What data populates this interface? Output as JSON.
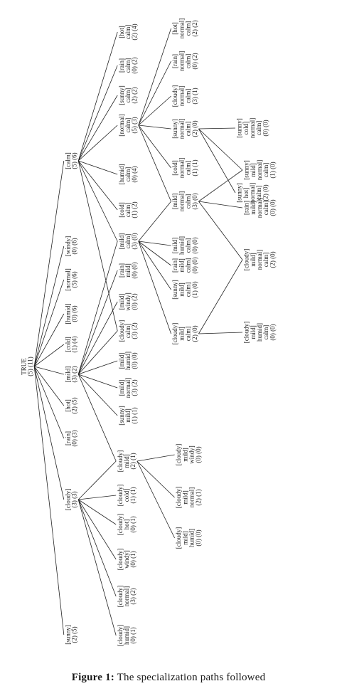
{
  "caption": {
    "label": "Figure 1:",
    "text": "The specialization paths followed"
  },
  "tree": {
    "nodes": [
      {
        "id": "root",
        "label": [
          "TRUE",
          "(5) (11)"
        ]
      },
      {
        "id": "sunny",
        "label": [
          "[sunny]",
          "(2) (5)"
        ]
      },
      {
        "id": "cloudy",
        "label": [
          "[cloudy]",
          "(3) (3)"
        ]
      },
      {
        "id": "rain",
        "label": [
          "[rain]",
          "(0) (3)"
        ]
      },
      {
        "id": "hot",
        "label": [
          "[hot]",
          "(2) (5)"
        ]
      },
      {
        "id": "mild",
        "label": [
          "[mild]",
          "(3) (2)"
        ]
      },
      {
        "id": "cold",
        "label": [
          "[cold]",
          "(1) (4)"
        ]
      },
      {
        "id": "humid",
        "label": [
          "[humid]",
          "(0) (6)"
        ]
      },
      {
        "id": "normal",
        "label": [
          "[normal]",
          "(5) (6)"
        ]
      },
      {
        "id": "windy",
        "label": [
          "[windy]",
          "(0) (6)"
        ]
      },
      {
        "id": "calm",
        "label": [
          "[calm]",
          "(5) (6)"
        ]
      },
      {
        "id": "c_humid",
        "label": [
          "[cloudy]",
          "humid]",
          "(0) (1)"
        ]
      },
      {
        "id": "c_normal",
        "label": [
          "[cloudy]",
          "normal]",
          "(3) (2)"
        ]
      },
      {
        "id": "c_windy",
        "label": [
          "[cloudy]",
          "windy]",
          "(0) (1)"
        ]
      },
      {
        "id": "c_hot",
        "label": [
          "[cloudy]",
          "hot]",
          "(0) (1)"
        ]
      },
      {
        "id": "c_cold",
        "label": [
          "[cloudy]",
          "cold]",
          "(1) (1)"
        ]
      },
      {
        "id": "c_mild",
        "label": [
          "[cloudy]",
          "mild]",
          "(2) (1)"
        ]
      },
      {
        "id": "cm_humid",
        "label": [
          "[cloudy]",
          "mild]",
          "humid]",
          "(0) (0)"
        ]
      },
      {
        "id": "cm_normal",
        "label": [
          "[cloudy]",
          "mild]",
          "normal]",
          "(2) (1)"
        ]
      },
      {
        "id": "cm_windy",
        "label": [
          "[cloudy]",
          "mild]",
          "windy]",
          "(0) (0)"
        ]
      },
      {
        "id": "m_sunny",
        "label": [
          "[sunny]",
          "mild]",
          "(1) (1)"
        ]
      },
      {
        "id": "m_normal",
        "label": [
          "[mild]",
          "normal]",
          "(3) (2)"
        ]
      },
      {
        "id": "m_humid",
        "label": [
          "[mild]",
          "humid]",
          "(0) (0)"
        ]
      },
      {
        "id": "m_cloudy",
        "label": [
          "[cloudy]",
          "calm]",
          "(3) (2)"
        ]
      },
      {
        "id": "m_windy",
        "label": [
          "[mild]",
          "windy]",
          "(0) (2)"
        ]
      },
      {
        "id": "m_rain",
        "label": [
          "[rain]",
          "mild]",
          "(0) (0)"
        ]
      },
      {
        "id": "m_calm",
        "label": [
          "[mild]",
          "calm]",
          "(3) (0)"
        ]
      },
      {
        "id": "mc_cloudy",
        "label": [
          "[cloudy]",
          "mild]",
          "calm]",
          "(2) (0)"
        ]
      },
      {
        "id": "mc_sunny",
        "label": [
          "[sunny]",
          "mild]",
          "calm]",
          "(1) (0)"
        ]
      },
      {
        "id": "mc_rain",
        "label": [
          "[rain]",
          "mild]",
          "calm]",
          "(0) (0)"
        ]
      },
      {
        "id": "mc_humid",
        "label": [
          "[mild]",
          "humid]",
          "calm]",
          "(0) (0)"
        ]
      },
      {
        "id": "mc_normal",
        "label": [
          "[mild]",
          "normal]",
          "calm]",
          "(3) (0)"
        ]
      },
      {
        "id": "mcc_humid",
        "label": [
          "[cloudy]",
          "mild]",
          "humid]",
          "calm]",
          "(0) (0)"
        ]
      },
      {
        "id": "mcc_normal",
        "label": [
          "[cloudy]",
          "mild]",
          "normal]",
          "calm]",
          "(2) (0)"
        ]
      },
      {
        "id": "mcn_rain",
        "label": [
          "[rain]",
          "mild]",
          "normal]",
          "calm]",
          "(0) (0)"
        ]
      },
      {
        "id": "mcn_sunny",
        "label": [
          "[sunny]",
          "mild]",
          "normal]",
          "calm]",
          "(1) (0)"
        ]
      },
      {
        "id": "k_cold",
        "label": [
          "[cold]",
          "calm]",
          "(1) (2)"
        ]
      },
      {
        "id": "k_humid",
        "label": [
          "[humid]",
          "calm]",
          "(0) (4)"
        ]
      },
      {
        "id": "k_normal",
        "label": [
          "[normal]",
          "calm]",
          "(5) (3)"
        ]
      },
      {
        "id": "k_sunny",
        "label": [
          "[sunny]",
          "calm]",
          "(2) (2)"
        ]
      },
      {
        "id": "k_rain",
        "label": [
          "[rain]",
          "calm]",
          "(0) (2)"
        ]
      },
      {
        "id": "k_hot",
        "label": [
          "[hot]",
          "calm]",
          "(2) (4)"
        ]
      },
      {
        "id": "kn_cold",
        "label": [
          "[cold]",
          "normal]",
          "calm]",
          "(1) (1)"
        ]
      },
      {
        "id": "kn_sunny",
        "label": [
          "[sunny]",
          "normal]",
          "calm]",
          "(2) (0)"
        ]
      },
      {
        "id": "kn_cloudy",
        "label": [
          "[cloudy]",
          "normal]",
          "calm]",
          "(3) (1)"
        ]
      },
      {
        "id": "kn_rain",
        "label": [
          "[rain]",
          "normal]",
          "calm]",
          "(0) (2)"
        ]
      },
      {
        "id": "kn_hot",
        "label": [
          "[hot]",
          "normal]",
          "calm]",
          "(2) (2)"
        ]
      },
      {
        "id": "kns_hot",
        "label": [
          "[sunny]",
          "hot]",
          "normal]",
          "calm]",
          "(2) (0)"
        ]
      },
      {
        "id": "kns_cold",
        "label": [
          "[sunny]",
          "cold]",
          "normal]",
          "calm]",
          "(0) (0)"
        ]
      }
    ],
    "edges": [
      [
        "root",
        "sunny"
      ],
      [
        "root",
        "cloudy"
      ],
      [
        "root",
        "rain"
      ],
      [
        "root",
        "hot"
      ],
      [
        "root",
        "mild"
      ],
      [
        "root",
        "cold"
      ],
      [
        "root",
        "humid"
      ],
      [
        "root",
        "normal"
      ],
      [
        "root",
        "windy"
      ],
      [
        "root",
        "calm"
      ],
      [
        "cloudy",
        "c_humid"
      ],
      [
        "cloudy",
        "c_normal"
      ],
      [
        "cloudy",
        "c_windy"
      ],
      [
        "cloudy",
        "c_hot"
      ],
      [
        "cloudy",
        "c_cold"
      ],
      [
        "cloudy",
        "c_mild"
      ],
      [
        "c_mild",
        "cm_humid"
      ],
      [
        "c_mild",
        "cm_normal"
      ],
      [
        "c_mild",
        "cm_windy"
      ],
      [
        "mild",
        "c_mild"
      ],
      [
        "mild",
        "m_sunny"
      ],
      [
        "mild",
        "m_normal"
      ],
      [
        "mild",
        "m_humid"
      ],
      [
        "mild",
        "m_cloudy"
      ],
      [
        "mild",
        "m_windy"
      ],
      [
        "mild",
        "m_rain"
      ],
      [
        "mild",
        "m_calm"
      ],
      [
        "m_calm",
        "mc_cloudy"
      ],
      [
        "m_calm",
        "mc_sunny"
      ],
      [
        "m_calm",
        "mc_rain"
      ],
      [
        "m_calm",
        "mc_humid"
      ],
      [
        "m_calm",
        "mc_normal"
      ],
      [
        "mc_cloudy",
        "mcc_humid"
      ],
      [
        "mc_cloudy",
        "mcc_normal"
      ],
      [
        "mc_normal",
        "mcc_normal"
      ],
      [
        "mc_normal",
        "mcn_rain"
      ],
      [
        "mc_normal",
        "mcn_sunny"
      ],
      [
        "calm",
        "m_calm"
      ],
      [
        "calm",
        "m_cloudy"
      ],
      [
        "calm",
        "k_cold"
      ],
      [
        "calm",
        "k_humid"
      ],
      [
        "calm",
        "k_normal"
      ],
      [
        "calm",
        "k_sunny"
      ],
      [
        "calm",
        "k_rain"
      ],
      [
        "calm",
        "k_hot"
      ],
      [
        "k_normal",
        "mc_normal"
      ],
      [
        "k_normal",
        "kn_cold"
      ],
      [
        "k_normal",
        "kn_sunny"
      ],
      [
        "k_normal",
        "kn_cloudy"
      ],
      [
        "k_normal",
        "kn_rain"
      ],
      [
        "k_normal",
        "kn_hot"
      ],
      [
        "kn_sunny",
        "kns_hot"
      ],
      [
        "kn_sunny",
        "kns_cold"
      ],
      [
        "kn_sunny",
        "mcn_sunny"
      ]
    ]
  }
}
